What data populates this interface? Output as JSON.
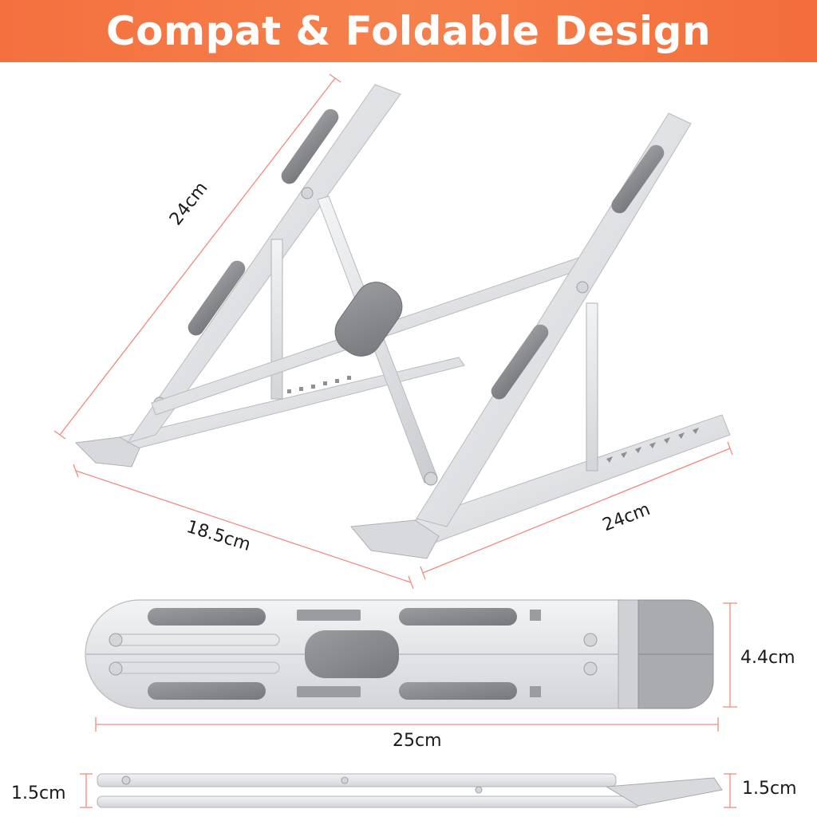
{
  "header": {
    "title": "Compat & Foldable Design"
  },
  "dimensions": {
    "arm_length": "24cm",
    "base_depth": "18.5cm",
    "base_length": "24cm",
    "folded_height": "4.4cm",
    "folded_length": "25cm",
    "thickness_left": "1.5cm",
    "thickness_right": "1.5cm"
  },
  "colors": {
    "banner": "#f4703f",
    "dimension_line": "#f08a80",
    "metal": "#e4e5e8",
    "pad": "#8a8c90"
  }
}
